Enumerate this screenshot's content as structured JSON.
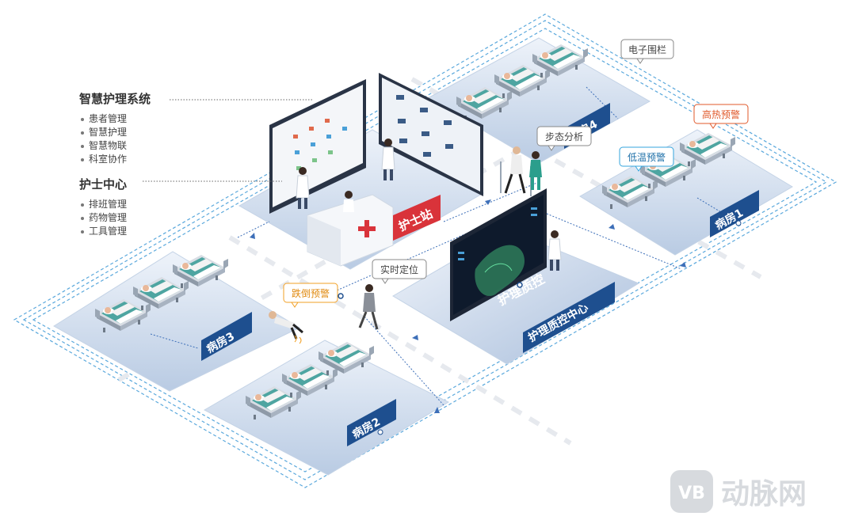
{
  "sidebar": {
    "section1": {
      "title": "智慧护理系统",
      "items": [
        "患者管理",
        "智慧护理",
        "智慧物联",
        "科室协作"
      ]
    },
    "section2": {
      "title": "护士中心",
      "items": [
        "排班管理",
        "药物管理",
        "工具管理"
      ]
    }
  },
  "labels": {
    "fence": "电子围栏",
    "high_fever": "高热预警",
    "low_temp": "低温预警",
    "gait": "步态分析",
    "locate": "实时定位",
    "fall": "跌倒预警",
    "station": "护士站",
    "qc_sign": "护理质控",
    "qc_center": "护理质控中心",
    "ward1": "病房1",
    "ward2": "病房2",
    "ward3": "病房3",
    "ward4": "病房4"
  },
  "watermark": {
    "text": "动脉网",
    "logo": "VB"
  },
  "colors": {
    "ward_label": "#1e4f8f",
    "station_red": "#d9333a",
    "fence_blue": "#5aa8dc",
    "alert_red": "#e0582a",
    "alert_blue": "#35a5dd",
    "alert_orange": "#f2a024",
    "callout_gray": "#888888"
  }
}
